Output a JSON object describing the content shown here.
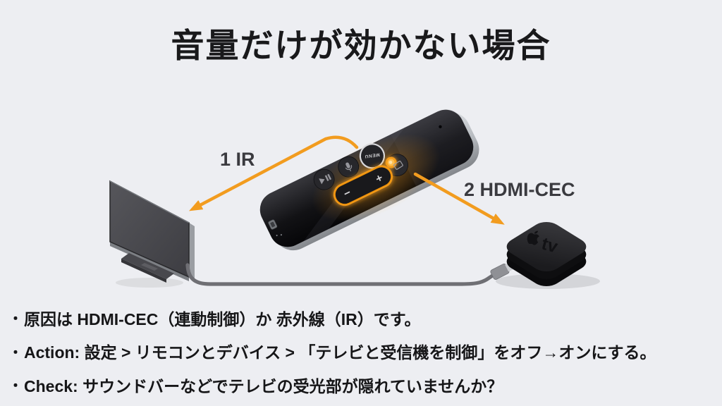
{
  "slide": {
    "title": "音量だけが効かない場合",
    "background_color": "#EDEEF2",
    "accent_orange": "#F29C1F",
    "text_color": "#161618"
  },
  "diagram": {
    "labels": {
      "ir": "1 IR",
      "hdmi_cec": "2 HDMI-CEC"
    },
    "remote": {
      "menu_label": "MENU",
      "volume_plus": "+",
      "volume_minus": "−"
    },
    "apple_tv": {
      "logo_text": "tv"
    }
  },
  "bullets": {
    "marker": "・",
    "items": [
      "原因は HDMI-CEC（連動制御）か 赤外線（IR）です。",
      "Action: 設定 > リモコンとデバイス > 「テレビと受信機を制御」をオフ→オンにする。",
      "Check: サウンドバーなどでテレビの受光部が隠れていませんか？"
    ]
  }
}
